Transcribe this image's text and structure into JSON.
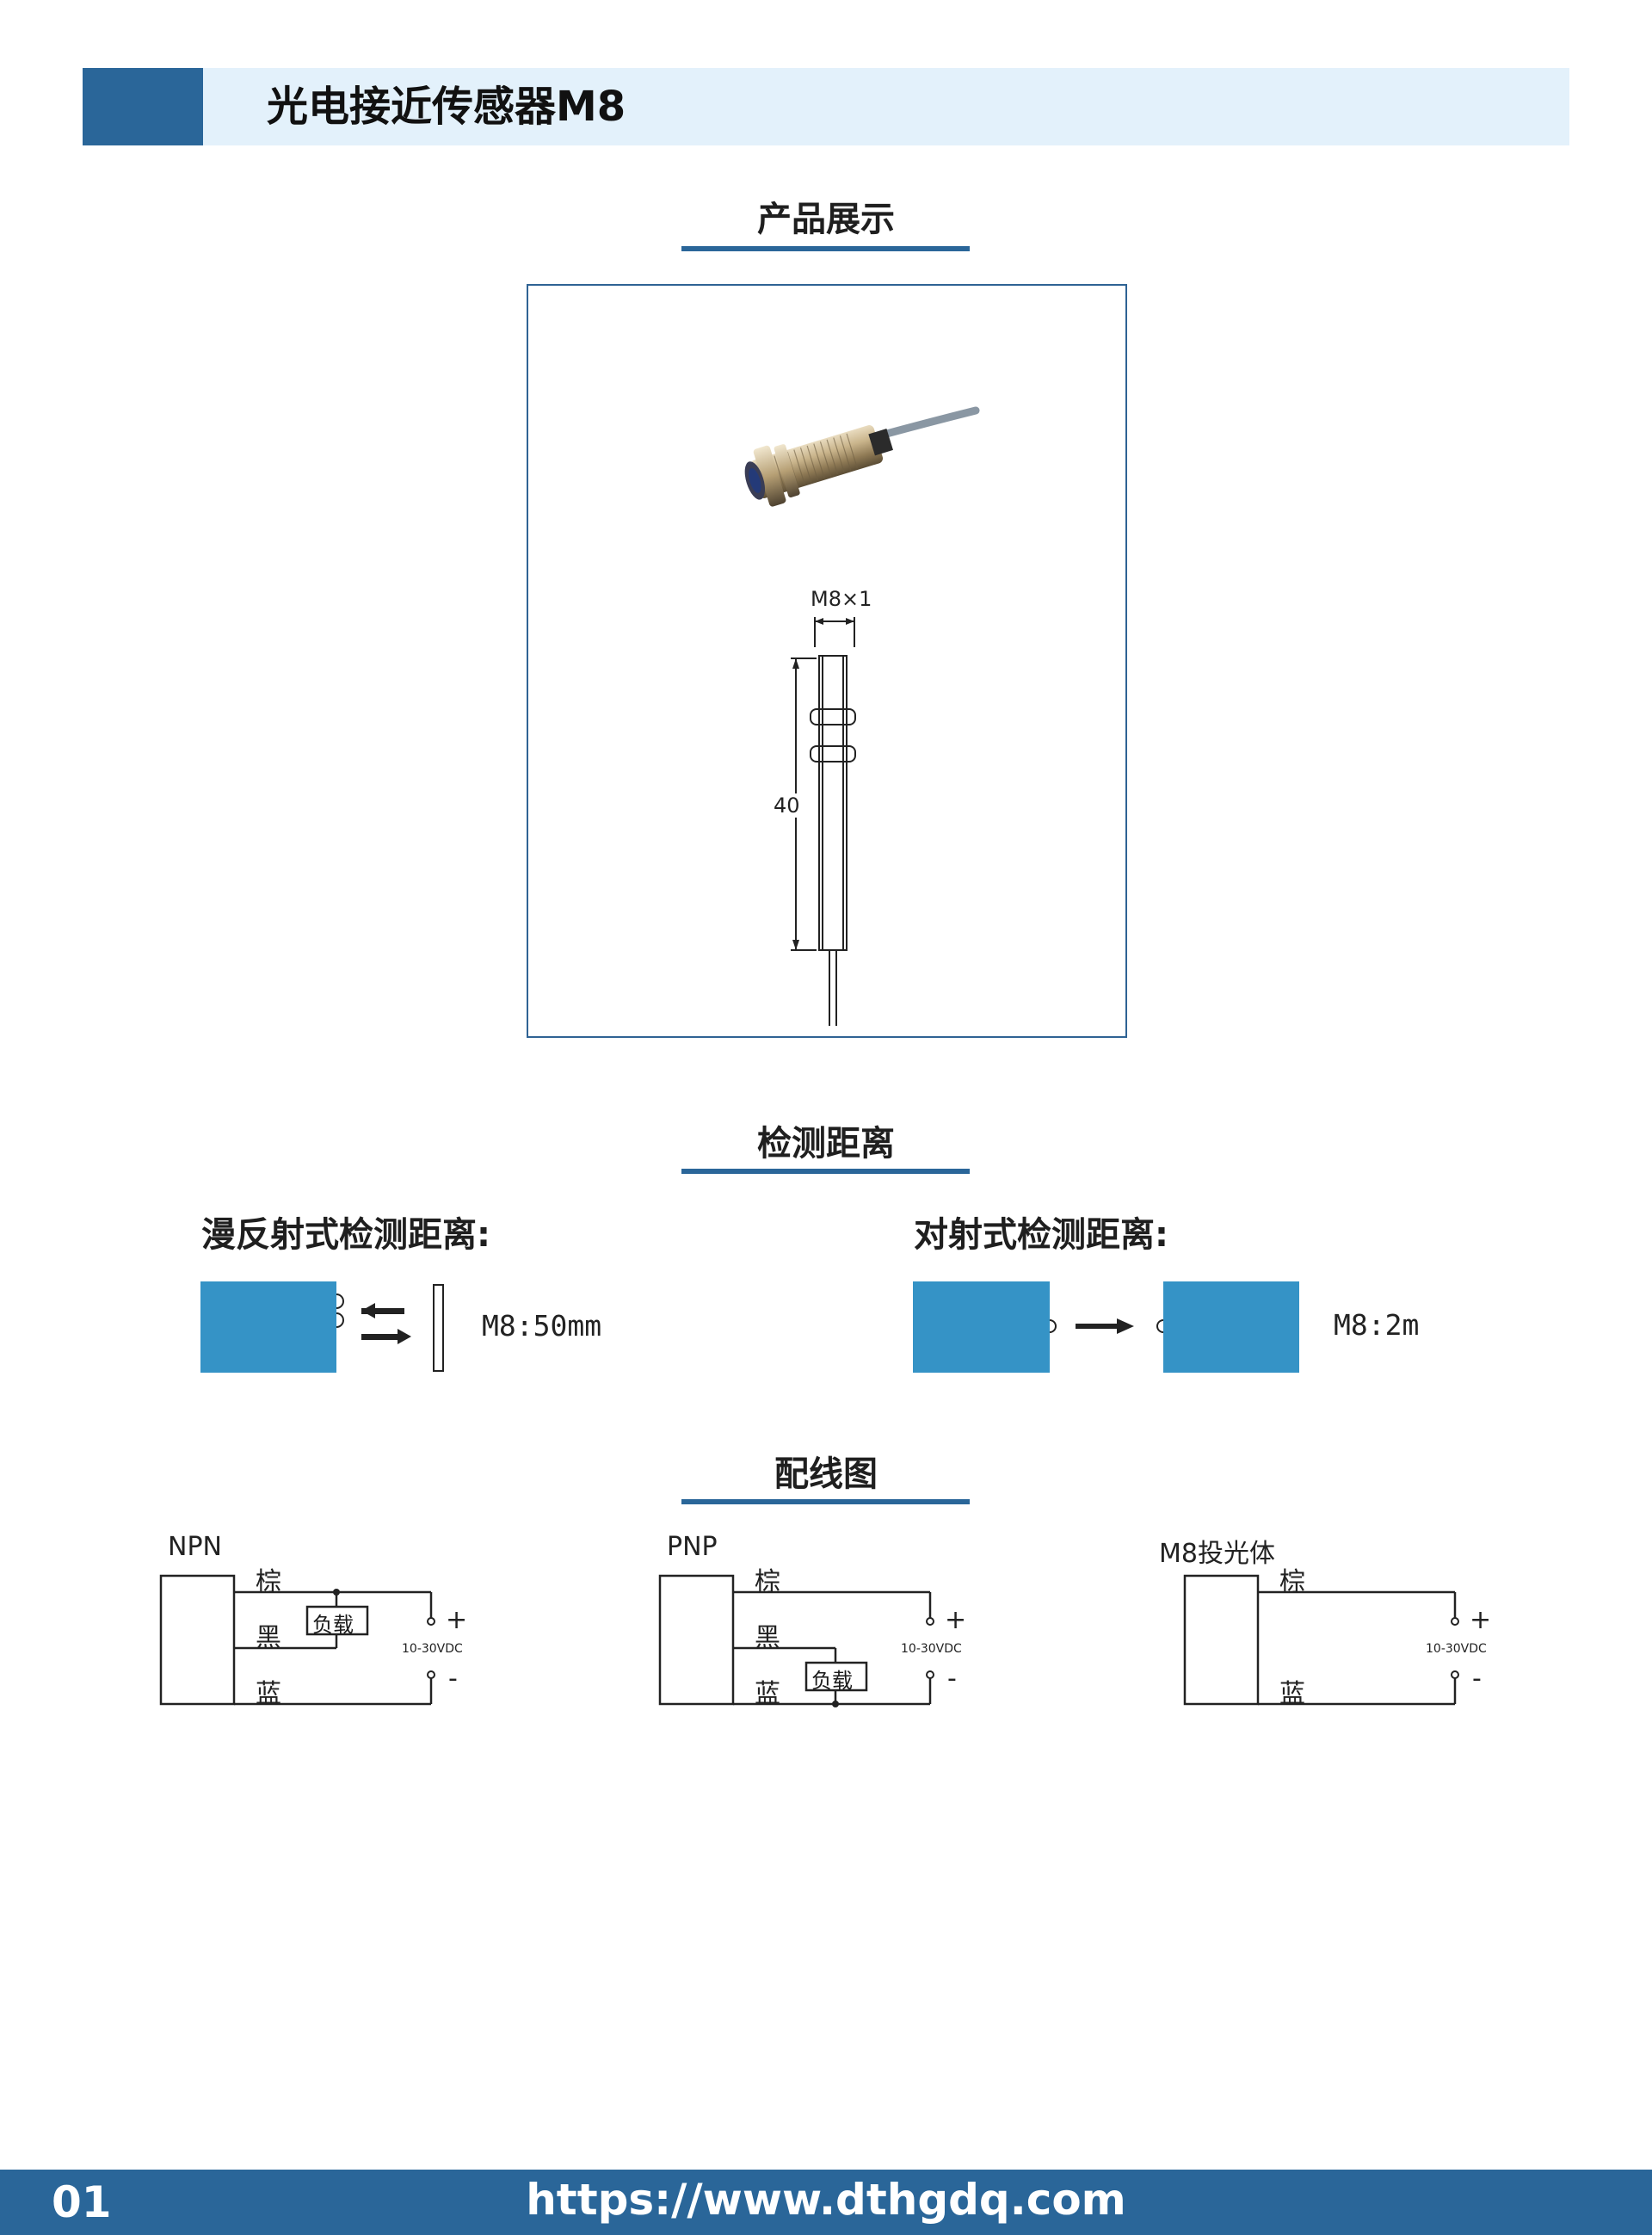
{
  "header": {
    "title": "光电接近传感器M8"
  },
  "sections": {
    "product": "产品展示",
    "detection": "检测距离",
    "wiring": "配线图"
  },
  "drawing": {
    "thread": "M8×1",
    "length": "40"
  },
  "detection": {
    "diffuse": {
      "title": "漫反射式检测距离:",
      "value": "M8:50mm"
    },
    "through": {
      "title": "对射式检测距离:",
      "value": "M8:2m"
    }
  },
  "wiring": {
    "npn": {
      "title": "NPN",
      "brown": "棕",
      "black": "黑",
      "blue": "蓝",
      "load": "负载",
      "plus": "+",
      "minus": "-",
      "voltage": "10-30VDC"
    },
    "pnp": {
      "title": "PNP",
      "brown": "棕",
      "black": "黑",
      "blue": "蓝",
      "load": "负载",
      "plus": "+",
      "minus": "-",
      "voltage": "10-30VDC"
    },
    "emitter": {
      "title": "M8投光体",
      "brown": "棕",
      "blue": "蓝",
      "plus": "+",
      "minus": "-",
      "voltage": "10-30VDC"
    }
  },
  "footer": {
    "page": "01",
    "url": "https://www.dthgdq.com"
  },
  "colors": {
    "brand": "#2a6699",
    "header_bg": "#e3f1fb",
    "block": "#3593c6"
  }
}
